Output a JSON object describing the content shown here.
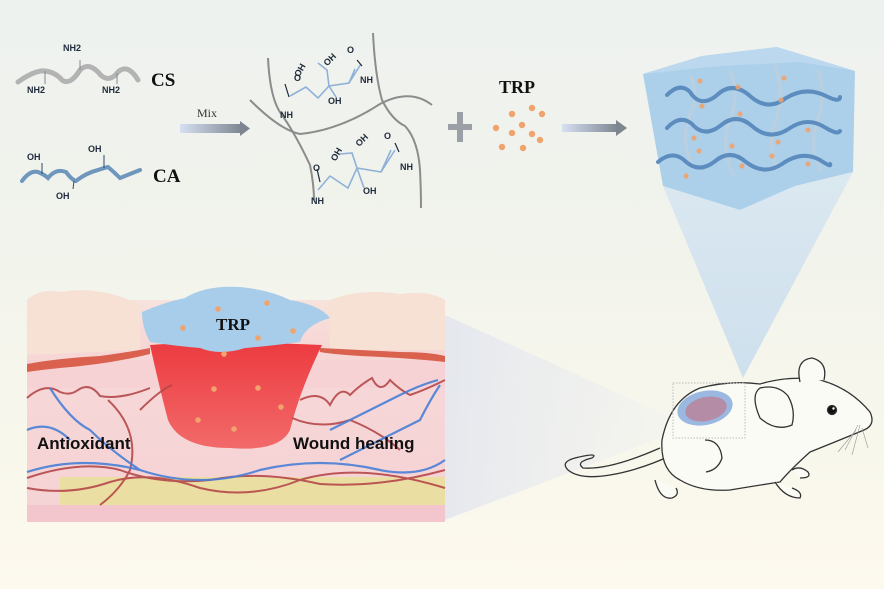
{
  "diagram": {
    "reactants": {
      "cs": {
        "label": "CS",
        "groups": [
          "NH2",
          "NH2",
          "NH2"
        ]
      },
      "ca": {
        "label": "CA",
        "groups": [
          "OH",
          "OH",
          "OH"
        ]
      }
    },
    "step1": {
      "arrow_label": "Mix"
    },
    "crosslink": {
      "groups": {
        "oh": "OH",
        "nh": "NH",
        "o": "O"
      }
    },
    "additive": {
      "label": "TRP",
      "plus_symbol": "+"
    },
    "hydrogel": {
      "description": "TRP-loaded hydrogel"
    },
    "skin_model": {
      "trp_label": "TRP",
      "left_label": "Antioxidant",
      "right_label": "Wound healing"
    },
    "animal": {
      "description": "Mouse with wound site"
    },
    "colors": {
      "cs_chain": "#a9a9a9",
      "ca_chain": "#6f97bd",
      "trp_particle": "#f0a36c",
      "hydrogel_blue": "#a9cdea",
      "wound_red": "#ee4b4b",
      "vessel_blue": "#4a7fd6",
      "vessel_red": "#b5484a"
    }
  }
}
